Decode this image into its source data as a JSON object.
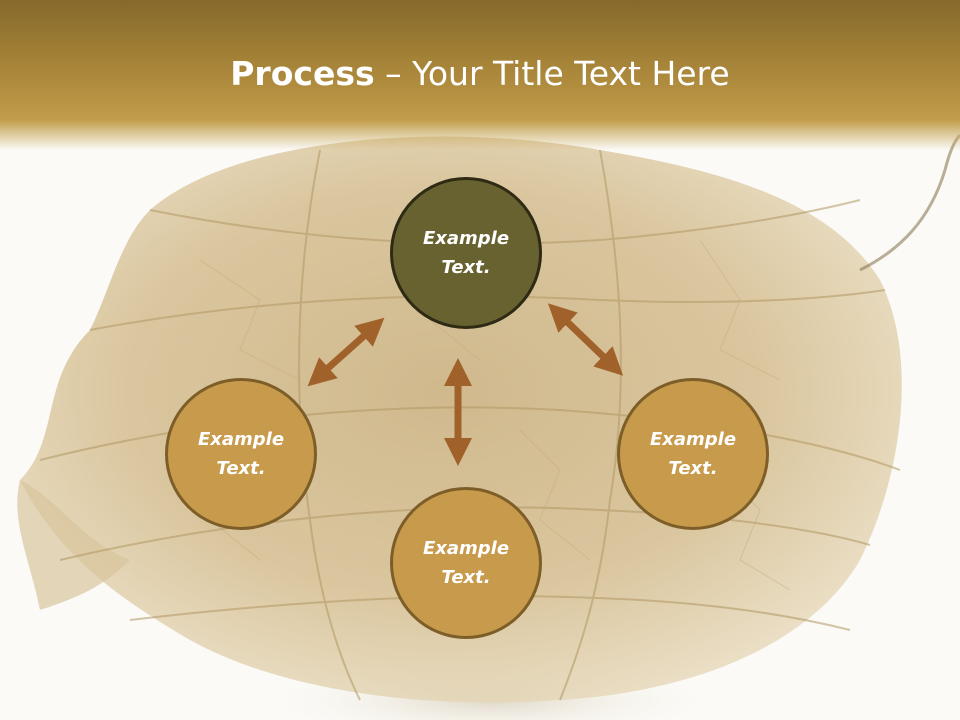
{
  "title": {
    "bold": "Process",
    "separator": " – ",
    "rest": "Your Title Text Here"
  },
  "nodes": {
    "top": {
      "line1": "Example",
      "line2": "Text."
    },
    "left": {
      "line1": "Example",
      "line2": "Text."
    },
    "right": {
      "line1": "Example",
      "line2": "Text."
    },
    "bottom": {
      "line1": "Example",
      "line2": "Text."
    }
  },
  "colors": {
    "band": "#9a7a32",
    "center_circle": "#676230",
    "outer_circle": "#c89a4c",
    "arrow": "#a0622a"
  },
  "background": "physalis-husk-photo"
}
